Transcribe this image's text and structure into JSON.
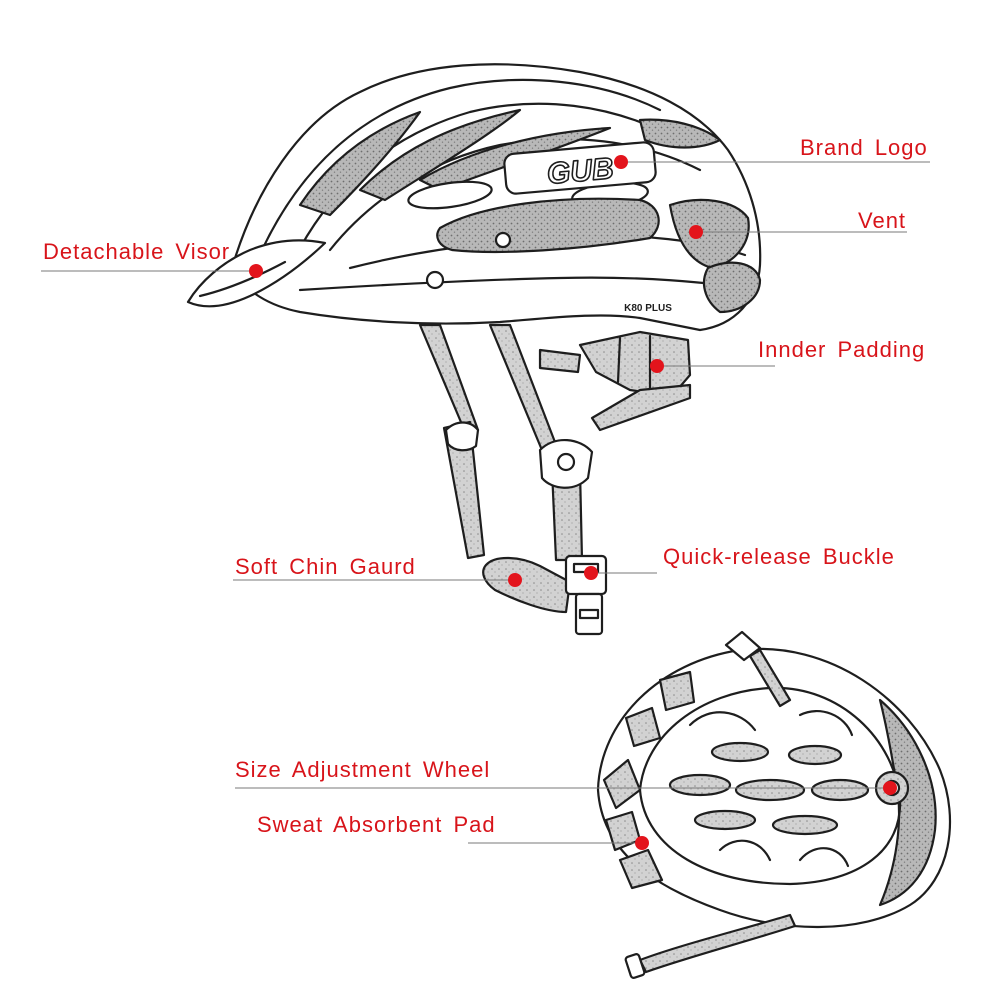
{
  "colors": {
    "label": "#d8141a",
    "marker": "#e3141c",
    "leader": "#7a7a7a",
    "sketch": "#1e1e1e",
    "shade": "#9a9a9a"
  },
  "helmet": {
    "brand_text": "GUB",
    "model_text": "K80 PLUS"
  },
  "callouts": [
    {
      "id": "brand-logo",
      "label": "Brand Logo"
    },
    {
      "id": "vent",
      "label": "Vent"
    },
    {
      "id": "detachable-visor",
      "label": "Detachable Visor"
    },
    {
      "id": "inner-padding",
      "label": "Innder Padding"
    },
    {
      "id": "soft-chin-guard",
      "label": "Soft Chin Gaurd"
    },
    {
      "id": "quick-release-buckle",
      "label": "Quick-release Buckle"
    },
    {
      "id": "size-adjustment-wheel",
      "label": "Size Adjustment Wheel"
    },
    {
      "id": "sweat-absorbent-pad",
      "label": "Sweat Absorbent Pad"
    }
  ]
}
